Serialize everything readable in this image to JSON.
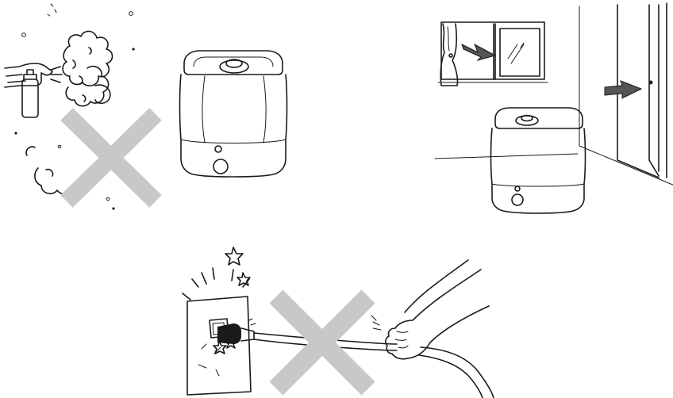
{
  "colors": {
    "ink": "#1a1a1a",
    "prohibited_cross": "#c8c8c8",
    "background": "#ffffff"
  },
  "panels": [
    {
      "id": "no-spray",
      "icons": [
        "spray-can-icon",
        "spray-cloud-icon",
        "humidifier-icon",
        "prohibited-cross-icon"
      ]
    },
    {
      "id": "ventilate-room",
      "icons": [
        "window-icon",
        "curtain-icon",
        "door-icon",
        "arrow-icon",
        "humidifier-icon"
      ]
    },
    {
      "id": "no-cord-pull",
      "icons": [
        "wall-outlet-icon",
        "plug-icon",
        "hand-icon",
        "cord-icon",
        "spark-icon",
        "prohibited-cross-icon"
      ]
    }
  ]
}
